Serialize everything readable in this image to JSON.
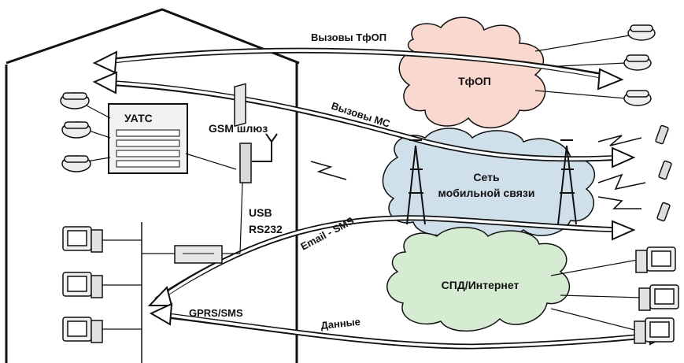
{
  "labels": {
    "pbx": "УАТС",
    "gsm_gateway": "GSM шлюз",
    "usb_rs232_line1": "USB",
    "usb_rs232_line2": "RS232",
    "pstn_calls": "Вызовы ТфОП",
    "mobile_calls": "Вызовы МС",
    "email_sms": "Email - SMS",
    "gprs_sms": "GPRS/SMS",
    "data": "Данные"
  },
  "clouds": {
    "pstn": "ТфОП",
    "mobile_line1": "Сеть",
    "mobile_line2": "мобильной связи",
    "internet": "СПД/Интернет"
  },
  "colors": {
    "pstn_cloud": "#f9d9cf",
    "mobile_cloud": "#cfe0ea",
    "internet_cloud": "#d6ecd2",
    "stroke": "#111111",
    "device": "#e8e8e8"
  }
}
